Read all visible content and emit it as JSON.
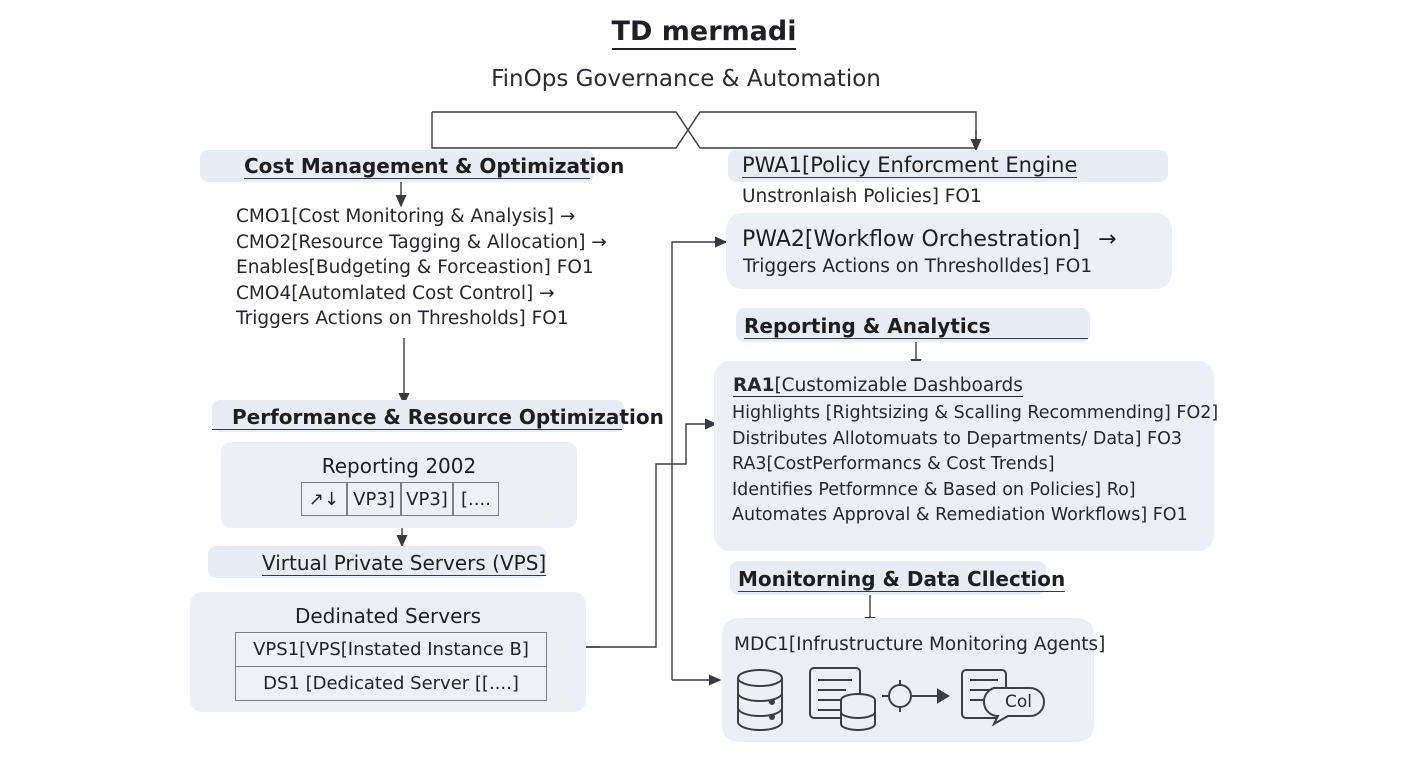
{
  "header": {
    "title": "TD mermadi",
    "subtitle": "FinOps Governance & Automation"
  },
  "cost_management": {
    "heading": "Cost Management & Optimization",
    "lines": [
      "CMO1[Cost Monitoring & Analysis]  →",
      "CMO2[Resource Tagging & Allocation]  →",
      "Enables[Budgeting & Forceastion] FO1",
      "CMO4[Automlated Cost Control]  →",
      "Triggers Actions on Thresholds] FO1"
    ]
  },
  "performance": {
    "heading": "Performance & Resource Optimization",
    "reporting_title": "Reporting 2002",
    "reporting_cells": [
      "↗↓",
      "VP3]",
      "VP3]",
      "[...."
    ],
    "vps_label": "Virtual Private Servers (VPS]",
    "dedicated_title": "Dedinated Servers",
    "dedicated_rows": [
      "VPS1[VPS[Instated Instance B]",
      "DS1 [Dedicated Server [[....]"
    ]
  },
  "policy": {
    "heading": "PWA1[Policy Enforcment Engine",
    "sub": "Unstronlaish Policies] FO1",
    "workflow_title": "PWA2[Workflow Orchestration]",
    "workflow_arrow": "→",
    "workflow_sub": "Triggers Actions on Thresholldes] FO1"
  },
  "reporting": {
    "heading": "Reporting & Analytics",
    "ra1_code": "RA1",
    "ra1_rest": "[Customizable Dashboards",
    "lines": [
      "Highlights [Rightsizing & Scalling Recommending] FO2]",
      "Distributes Allotomuats to Departments/ Data] FO3",
      "RA3[CostPerformancs & Cost Trends]",
      "Identifies Petformnce & Based on Policies] Ro]",
      "Automates Approval & Remediation Workflows] FO1"
    ]
  },
  "monitoring": {
    "heading": "Monitorning & Data Cllection",
    "mdc1": "MDC1[Infrustructure Monitoring Agents]",
    "icons": [
      "database-icon",
      "server-list-icon",
      "database-small-icon",
      "pipeline-node-icon",
      "document-collector-icon"
    ],
    "collector_label": "Col"
  }
}
